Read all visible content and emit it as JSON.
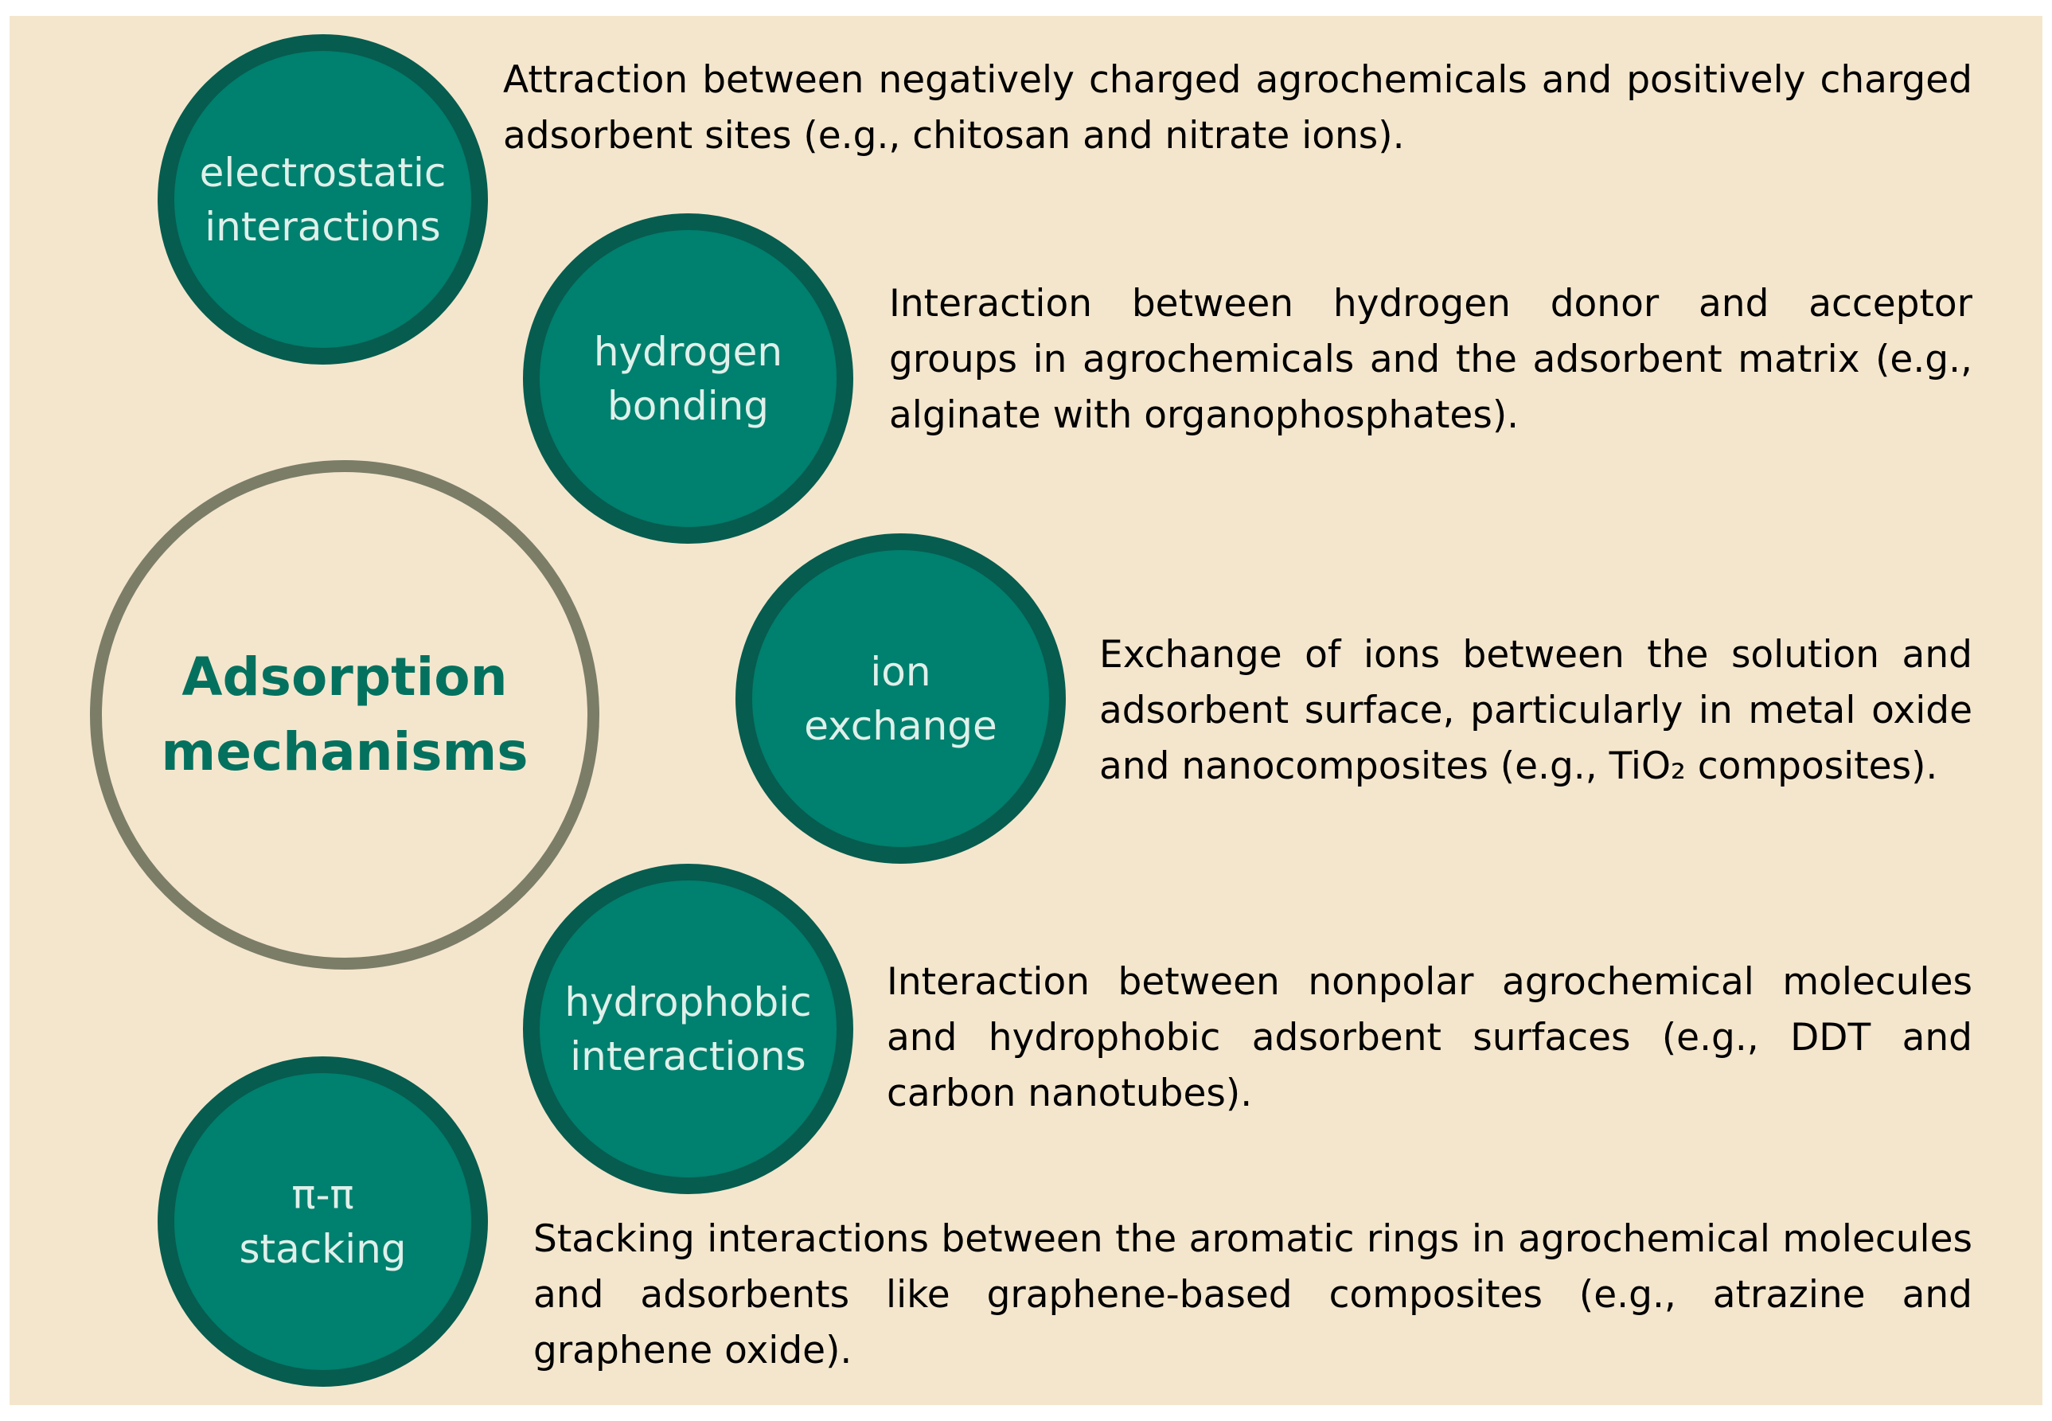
{
  "colors": {
    "background": "#f4e6cd",
    "circle_fill": "#00806e",
    "circle_border": "#065c4f",
    "circle_text": "#dff0ea",
    "center_ring": "#7b7d67",
    "center_text": "#04715f",
    "description_text": "#000000"
  },
  "center": {
    "title": "Adsorption\nmechanisms"
  },
  "mechanisms": [
    {
      "label": "electrostatic\ninteractions",
      "description": "Attraction between negatively charged agrochemicals and positively charged adsorbent sites (e.g., chitosan and nitrate ions)."
    },
    {
      "label": "hydrogen\nbonding",
      "description": "Interaction between hydrogen donor and acceptor groups in agrochemicals and the adsorbent matrix (e.g., alginate with organophosphates)."
    },
    {
      "label": "ion\nexchange",
      "description": "Exchange of ions between the solution and adsorbent surface, particularly in metal oxide and nanocomposites (e.g., TiO₂ composites)."
    },
    {
      "label": "hydrophobic\ninteractions",
      "description": "Interaction between nonpolar agrochemical molecules and hydrophobic adsorbent surfaces (e.g., DDT and carbon nanotubes)."
    },
    {
      "label": "π-π\nstacking",
      "description": "Stacking interactions between the aromatic rings in agrochemical molecules and adsorbents like graphene-based composites (e.g., atrazine and graphene oxide)."
    }
  ]
}
